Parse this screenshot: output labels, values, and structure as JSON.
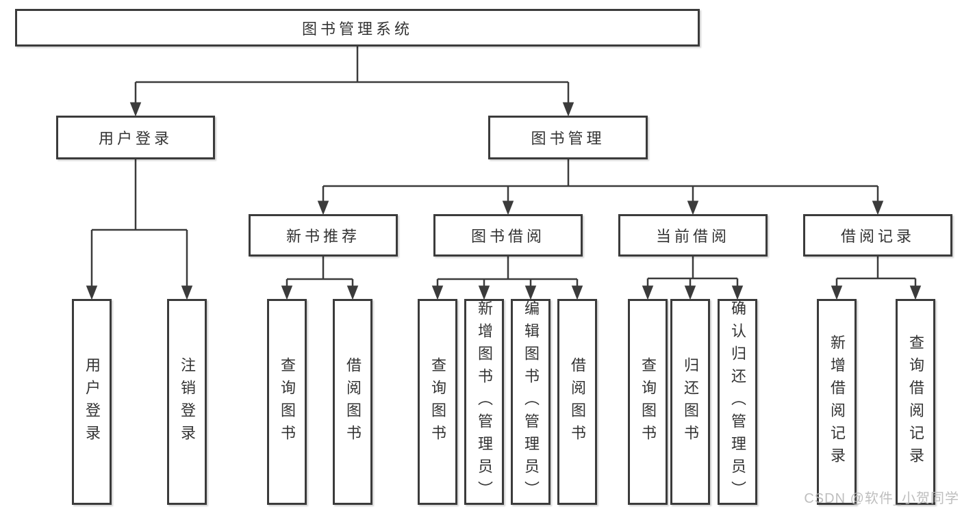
{
  "nodes": {
    "root": "图书管理系统",
    "login": "用户登录",
    "management": "图书管理",
    "recommend": "新书推荐",
    "borrow": "图书借阅",
    "current": "当前借阅",
    "records": "借阅记录",
    "login_children": {
      "user_login": "用户登录",
      "logout": "注销登录"
    },
    "recommend_children": {
      "query_book": "查询图书",
      "borrow_book": "借阅图书"
    },
    "borrow_children": {
      "query_book": "查询图书",
      "add_book": "新增图书（管理员）",
      "edit_book": "编辑图书（管理员）",
      "borrow_book": "借阅图书"
    },
    "current_children": {
      "query_book": "查询图书",
      "return_book": "归还图书",
      "confirm_return": "确认归还（管理员）"
    },
    "records_children": {
      "add_record": "新增借阅记录",
      "query_record": "查询借阅记录"
    }
  },
  "watermark": "CSDN @软件_小贺同学",
  "colors": {
    "line": "#3b3b3b",
    "text": "#333333",
    "bg": "#ffffff",
    "watermark": "#b9b9b9"
  }
}
